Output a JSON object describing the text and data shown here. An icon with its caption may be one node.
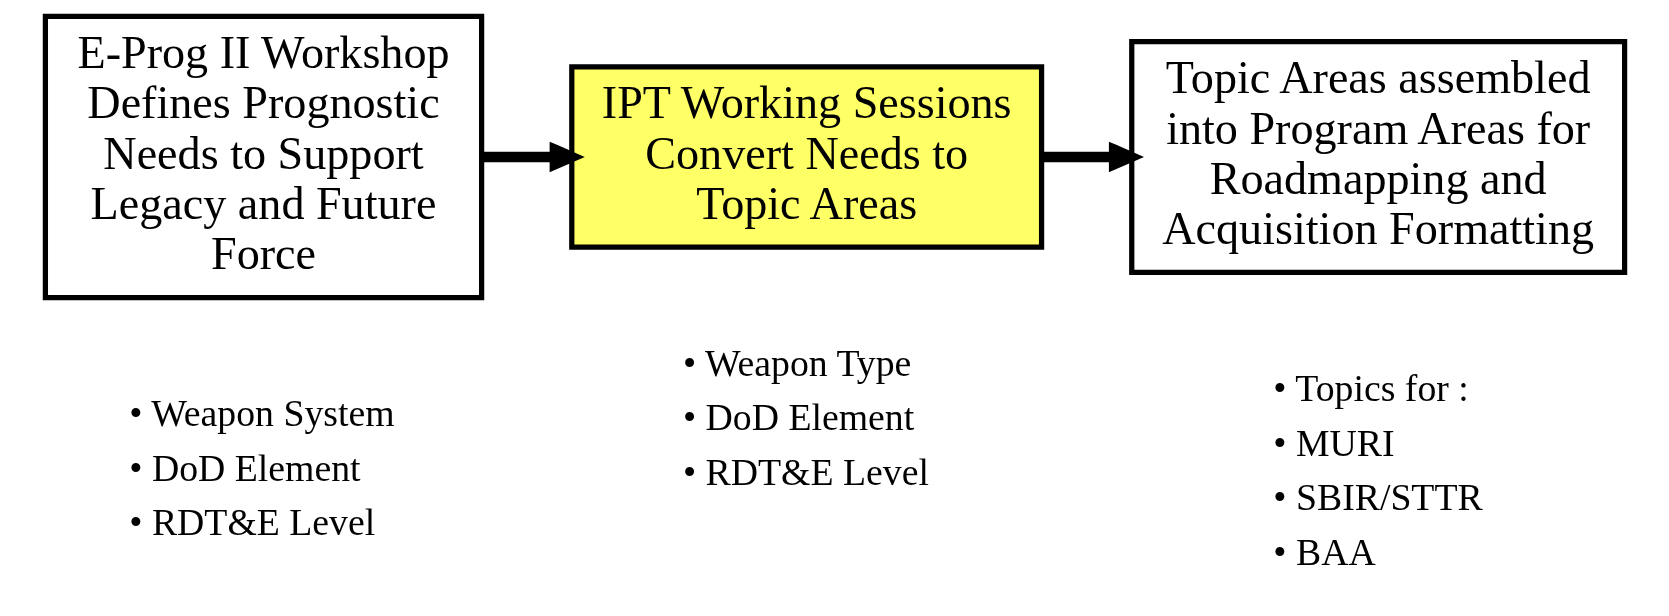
{
  "diagram": {
    "nodes": [
      {
        "text": [
          "E-Prog II Workshop Defines Prognostic Needs to Support Legacy and Future Force"
        ],
        "beside": [
          "• Weapon System",
          "• DoD Element",
          "• RDT&E Level"
        ]
      },
      {
        "text": [
          "IPT Working Sessions Convert Needs to Topic Areas"
        ],
        "beside": [
          "• Weapon Type",
          "• DoD Element",
          "• RDT&E Level"
        ]
      },
      {
        "text": [
          "Topic Areas assembled into Program Areas for Roadmapping and Acquisition Formatting"
        ],
        "beside": [
          "• Topics for :",
          "• MURI",
          "• SBIR/STTR",
          "• BAA"
        ]
      }
    ],
    "edges": [
      {
        "from": 0,
        "to": 1,
        "arrow": "to"
      },
      {
        "from": 1,
        "to": 2,
        "arrow": "to"
      }
    ]
  }
}
